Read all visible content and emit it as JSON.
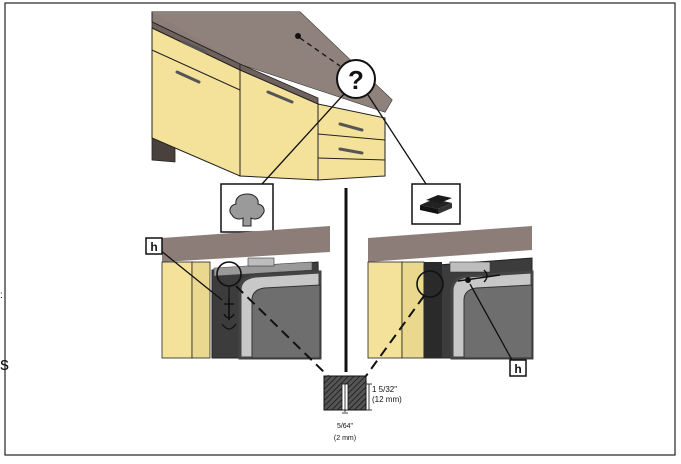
{
  "callouts": {
    "question_mark": "?",
    "label_h_left": "h",
    "label_h_right": "h"
  },
  "icons": {
    "wood": "tree-icon",
    "masonry": "brick-icon"
  },
  "dimensions": {
    "depth_imperial": "1 5/32\"",
    "depth_metric": "(12 mm)",
    "width_imperial": "5/64\"",
    "width_metric": "(2 mm)"
  },
  "edge_fragments": {
    "letter": "s",
    "mark": ":"
  },
  "colors": {
    "cabinet_front": "#f4e29a",
    "countertop": "#8c7d78",
    "appliance_frame": "#3c3c3c",
    "appliance_interior": "#6e6e6e",
    "line": "#111111"
  }
}
